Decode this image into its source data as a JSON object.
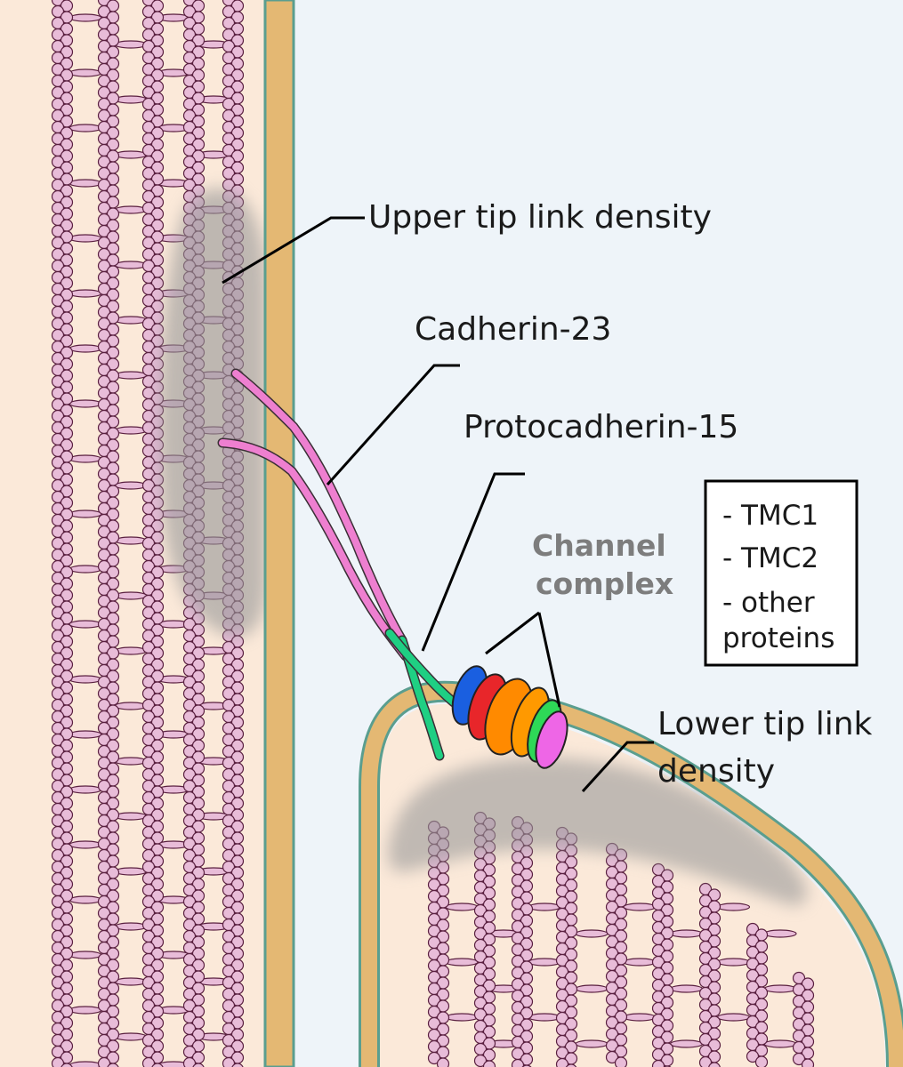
{
  "labels": {
    "upper_tip_link_density": "Upper tip link density",
    "cadherin_23": "Cadherin-23",
    "protocadherin_15": "Protocadherin-15",
    "channel_complex_line1": "Channel",
    "channel_complex_line2": "complex",
    "lower_tip_link_density_line1": "Lower tip link",
    "lower_tip_link_density_line2": "density"
  },
  "channel_box": {
    "items": [
      "- TMC1",
      "- TMC2",
      "- other",
      "proteins"
    ]
  },
  "colors": {
    "cytoplasm": "#fbe9d9",
    "extracellular": "#eef4f9",
    "membrane": "#e4b873",
    "membrane_edge": "#5a9e8f",
    "actin": "#e8bcd8",
    "density": "#9a9a9a",
    "cadherin_23": "#ee7fd0",
    "protocadherin_15": "#1fcf83",
    "channel_subunits": [
      "#1a5fe0",
      "#e8262a",
      "#ff8a00",
      "#ff9900",
      "#2ed857",
      "#ee66e6"
    ]
  }
}
